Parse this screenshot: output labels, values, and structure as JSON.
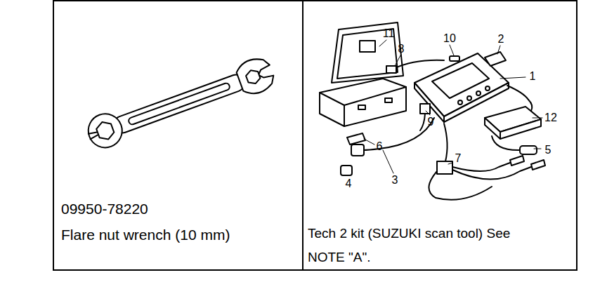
{
  "diagram": {
    "nodes": [
      {
        "text": [
          "09950-78220",
          "Flare nut wrench (10 mm)"
        ]
      },
      {
        "text": [
          "Tech 2 kit (SUZUKI scan tool) See NOTE \"A\"."
        ]
      }
    ],
    "labels": [
      "11",
      "8",
      "10",
      "2",
      "1",
      "12",
      "9",
      "6",
      "5",
      "7",
      "4",
      "3"
    ]
  }
}
